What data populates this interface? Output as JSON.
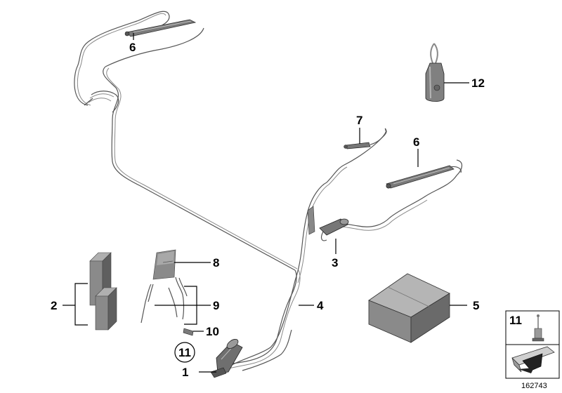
{
  "callouts": {
    "c1": "1",
    "c2": "2",
    "c3": "3",
    "c4": "4",
    "c5": "5",
    "c6_left": "6",
    "c6_right": "6",
    "c7": "7",
    "c8": "8",
    "c9": "9",
    "c10": "10",
    "c11": "11",
    "c12": "12"
  },
  "legend_box": {
    "item_number": "11"
  },
  "reference_number": "162743",
  "colors": {
    "line": "#000000",
    "part_fill": "#8a8a8a",
    "part_dark": "#5a5a5a",
    "part_light": "#b8b8b8"
  }
}
